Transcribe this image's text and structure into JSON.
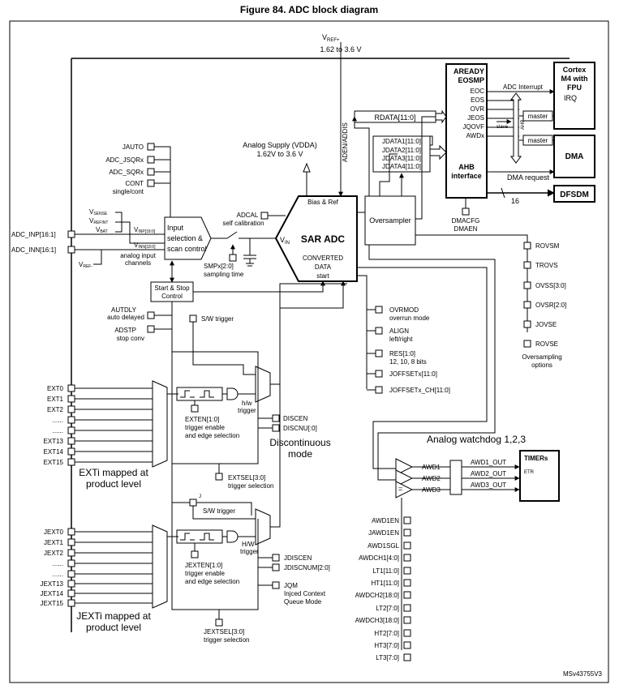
{
  "figure_title": "Figure 84. ADC block diagram",
  "footer_code": "MSv43755V3",
  "vref": {
    "label": "V",
    "sub": "REF+",
    "range": "1.62 to 3.6 V"
  },
  "analog_supply": {
    "label": "Analog Supply (VDDA)",
    "range": "1.62V to 3.6 V"
  },
  "aden_label": "ADEN/ADDIS",
  "cortex": {
    "line1": "Cortex",
    "line2": "M4 with",
    "line3": "FPU",
    "irq": "IRQ"
  },
  "dma": "DMA",
  "dfsdm": "DFSDM",
  "ahb": {
    "signals": [
      "AREADY",
      "EOSMP",
      "EOC",
      "EOS",
      "OVR",
      "JEOS",
      "JQOVF",
      "AWDx"
    ],
    "label1": "AHB",
    "label2": "interface",
    "bus_label": "AHB",
    "slave": "slave",
    "master1": "master",
    "master2": "master",
    "adc_interrupt": "ADC Interrupt",
    "dma_request": "DMA request",
    "width16": "16",
    "dmacfg": "DMACFG",
    "dmaen": "DMAEN"
  },
  "rdata": "RDATA[11:0]",
  "jdata": [
    "JDATA1[11:0]",
    "JDATA2[11:0]",
    "JDATA3[11:0]",
    "JDATA4[11:0]"
  ],
  "left_controls": [
    "JAUTO",
    "ADC_JSQRx",
    "ADC_SQRx",
    "CONT"
  ],
  "cont_sub": "single/cont",
  "vsense": {
    "v": "V",
    "sense": "SENSE",
    "refint": "REFINT",
    "bat": "BAT"
  },
  "adc_inp": "ADC_INP[16:1]",
  "adc_inn": "ADC_INN[16:1]",
  "vinp": {
    "v": "V",
    "sub": "INP[18:0]"
  },
  "vinn": {
    "v": "V",
    "sub": "INN[18:0]"
  },
  "vref_minus": {
    "v": "V",
    "sub": "REF-"
  },
  "analog_input": "analog input",
  "channels": "channels",
  "input_sel": [
    "Input",
    "selection &",
    "scan control"
  ],
  "adcal": "ADCAL",
  "self_cal": "self calibration",
  "smpx": "SMPx[2:0]",
  "sampling_time": "sampling time",
  "sar": {
    "bias": "Bias & Ref",
    "vin": "V",
    "vin_sub": "IN",
    "title": "SAR ADC",
    "converted": "CONVERTED",
    "data": "DATA",
    "start": "start"
  },
  "oversampler": "Oversampler",
  "oversampling_regs": [
    "ROVSM",
    "TROVS",
    "OVSS[3:0]",
    "OVSR[2:0]",
    "JOVSE",
    "ROVSE"
  ],
  "oversampling_options": [
    "Oversampling",
    "options"
  ],
  "start_stop": [
    "Start & Stop",
    "Control"
  ],
  "autdly": [
    "AUTDLY",
    "auto delayed"
  ],
  "adstp": [
    "ADSTP",
    "stop conv"
  ],
  "sw_trigger": "S/W trigger",
  "hw_trigger": [
    "h/w",
    "trigger"
  ],
  "ovrmod": [
    "OVRMOD",
    "overrun mode"
  ],
  "align": [
    "ALIGN",
    "left/right"
  ],
  "res": [
    "RES[1:0]",
    "12, 10, 8 bits"
  ],
  "joffset": "JOFFSETx[11:0]",
  "joffset_ch": "JOFFSETx_CH[11:0]",
  "ext_inputs": [
    "EXT0",
    "EXT1",
    "EXT2",
    "......",
    "......",
    "EXT13",
    "EXT14",
    "EXT15"
  ],
  "exten": [
    "EXTEN[1:0]",
    "trigger enable",
    "and edge selection"
  ],
  "discen": "DISCEN",
  "discnu": "DISCNU[:0]",
  "discontinuous": [
    "Discontinuous",
    "mode"
  ],
  "exti_mapped": [
    "EXTi mapped at",
    "product level"
  ],
  "extsel": [
    "EXTSEL[3:0]",
    "trigger selection"
  ],
  "jsw_trigger": "S/W trigger",
  "jhw_trigger": [
    "H/W",
    "trigger"
  ],
  "j_label": "J",
  "jext_inputs": [
    "JEXT0",
    "JEXT1",
    "JEXT2",
    "......",
    "......",
    "JEXT13",
    "JEXT14",
    "JEXT15"
  ],
  "jexten": [
    "JEXTEN[1:0]",
    "trigger enable",
    "and edge selection"
  ],
  "jdiscen": "JDISCEN",
  "jdiscnum": "JDISCNUM[2:0]",
  "jqm": [
    "JQM",
    "Injced Context",
    "Queue Mode"
  ],
  "jexti_mapped": [
    "JEXTi mapped at",
    "product level"
  ],
  "jextsel": [
    "JEXTSEL[3:0]",
    "trigger selection"
  ],
  "watchdog_title": "Analog watchdog 1,2,3",
  "awd": [
    "AWD1",
    "AWD2",
    "AWD3"
  ],
  "awd_out": [
    "AWD1_OUT",
    "AWD2_OUT",
    "AWD3_OUT"
  ],
  "timers": "TIMERs",
  "etr": "ETR",
  "awd_regs": [
    "AWD1EN",
    "JAWD1EN",
    "AWD1SGL",
    "AWDCH1[4:0]",
    "LT1[11:0]",
    "HT1[11:0]",
    "AWDCH2[18:0]",
    "LT2[7:0]",
    "AWDCH3[18:0]",
    "HT2[7:0]",
    "HT3[7:0]",
    "LT3[7:0]"
  ]
}
